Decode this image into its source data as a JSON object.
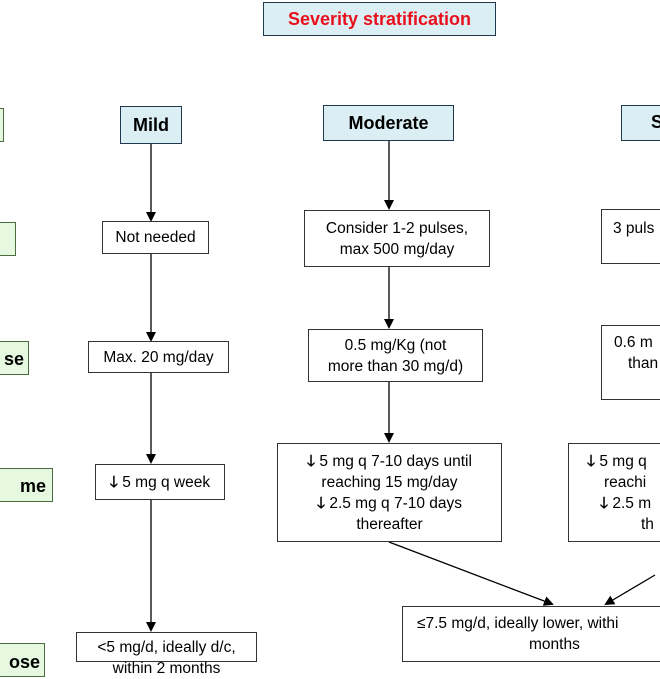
{
  "title": "Severity stratification",
  "columns": {
    "mild": "Mild",
    "moderate": "Moderate",
    "severe": "S"
  },
  "row_labels": {
    "severity": "",
    "pulses": "",
    "dose": "se",
    "tapering": "me",
    "maintenance": "ose"
  },
  "mild": {
    "pulses": "Not needed",
    "dose": "Max. 20 mg/day",
    "taper": "5 mg q week",
    "maint": "<5 mg/d, ideally d/c, within 2 months"
  },
  "moderate": {
    "pulses_l1": "Consider 1-2 pulses,",
    "pulses_l2": "max 500 mg/day",
    "dose_l1": "0.5 mg/Kg (not",
    "dose_l2": "more than 30 mg/d)",
    "taper_l1": "5 mg q 7-10 days until",
    "taper_l2": "reaching 15 mg/day",
    "taper_l3": "2.5 mg q 7-10 days",
    "taper_l4": "thereafter"
  },
  "severe": {
    "pulses": "3 puls",
    "dose_l1": "0.6 m",
    "dose_l2": "than",
    "taper_l1": "5 mg q",
    "taper_l2": "reachi",
    "taper_l3": "2.5 m",
    "taper_l4": "th"
  },
  "shared_maint": {
    "l1": "≤7.5 mg/d, ideally lower, withi",
    "l2": "months"
  },
  "down_arrow": "🡓"
}
